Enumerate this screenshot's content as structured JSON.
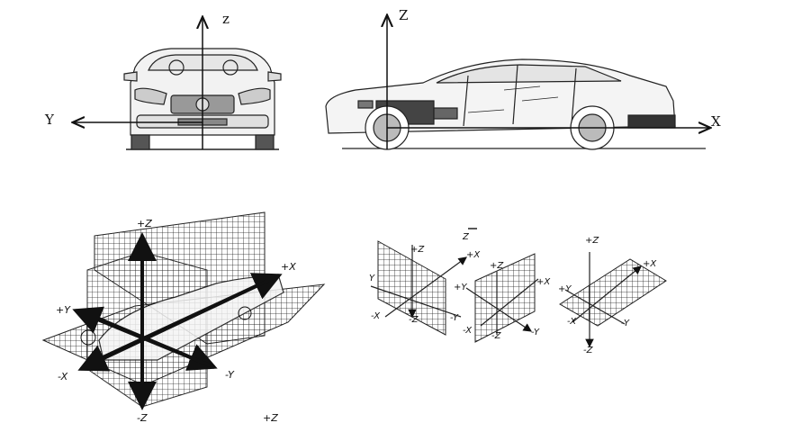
{
  "front_view": {
    "axis_z": "z",
    "axis_y": "Y"
  },
  "side_view": {
    "axis_z": "Z",
    "axis_x": "X"
  },
  "iso_view": {
    "plus_z": "+Z",
    "minus_z": "-Z",
    "plus_x": "+X",
    "minus_x": "-X",
    "plus_y": "+Y",
    "minus_y": "-Y",
    "extra_plus_z": "+Z"
  },
  "planes": {
    "title_z": "Z",
    "xz": {
      "plus_z": "+Z",
      "plus_x": "+X",
      "y": "Y",
      "minus_x": "-X",
      "minus_z": "-Z",
      "minus_y": "-Y"
    },
    "yz": {
      "plus_z": "+Z",
      "plus_x": "+X",
      "plus_y": "+Y",
      "minus_x": "-X",
      "minus_z": "-Z",
      "minus_y": "-Y"
    },
    "xy": {
      "plus_z": "+Z",
      "plus_x": "+X",
      "plus_y": "+Y",
      "minus_x": "-X",
      "minus_y": "-Y",
      "minus_z": "-Z"
    }
  }
}
